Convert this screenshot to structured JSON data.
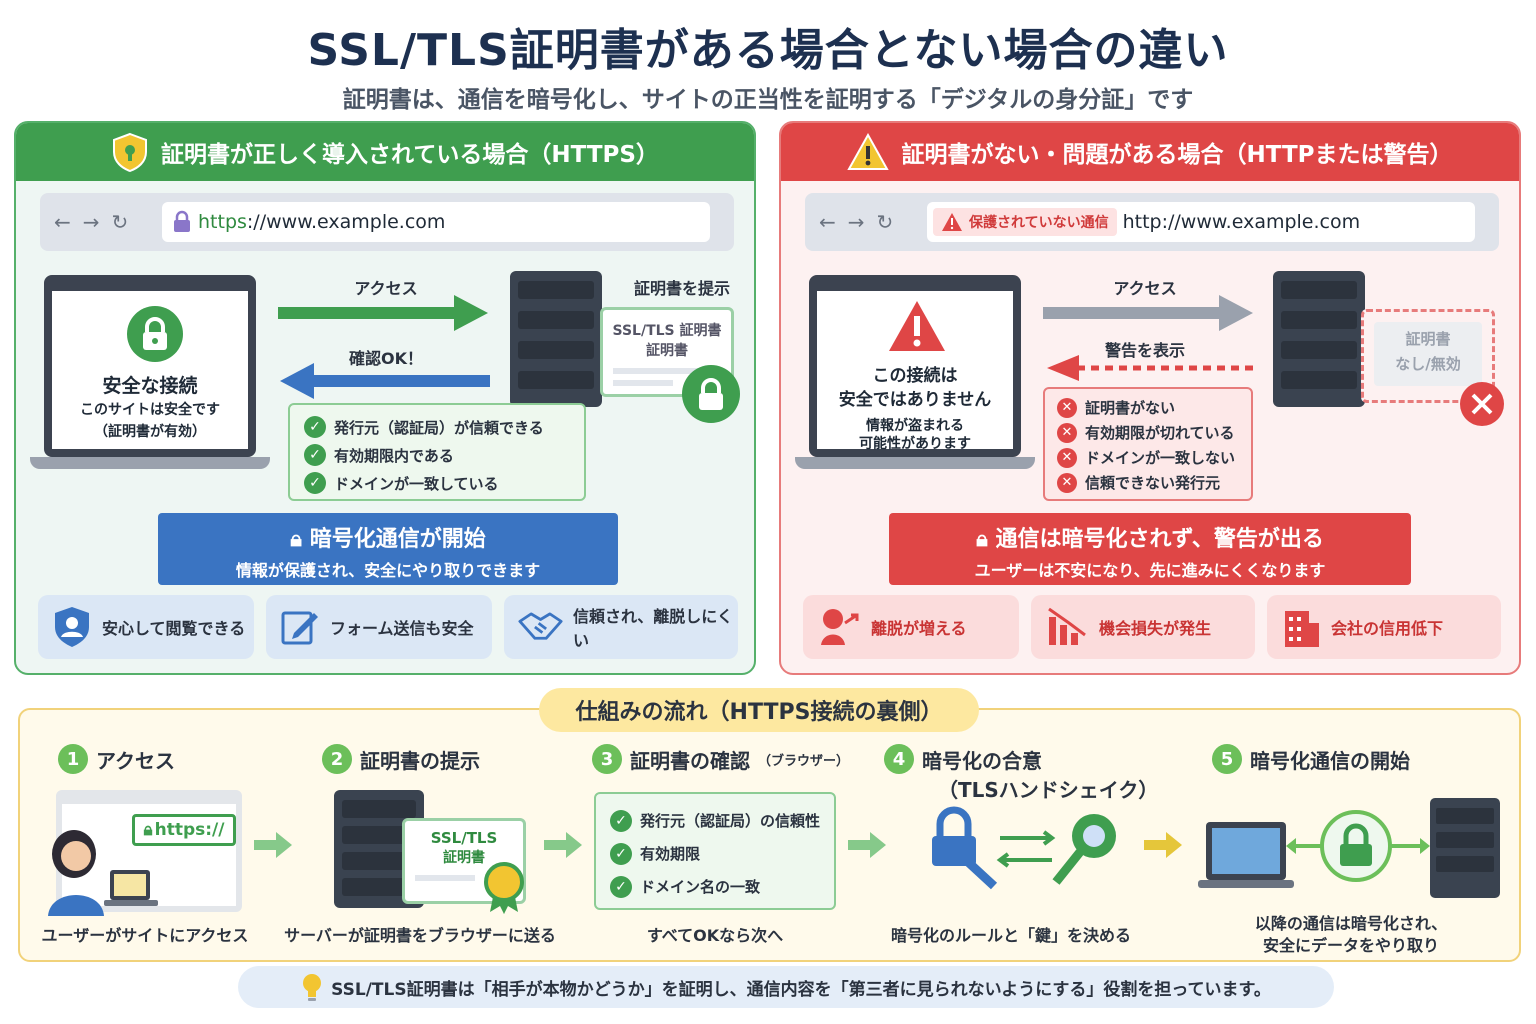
{
  "title": "SSL/TLS証明書がある場合とない場合の違い",
  "subtitle": "証明書は、通信を暗号化し、サイトの正当性を証明する「デジタルの身分証」です",
  "good": {
    "header": "証明書が正しく導入されている場合（HTTPS）",
    "url_scheme": "https",
    "url_rest": "://www.example.com",
    "screen_title": "安全な接続",
    "screen_line1": "このサイトは安全です",
    "screen_line2": "（証明書が有効）",
    "access_label": "アクセス",
    "confirm_label": "確認OK！",
    "cert_present_label": "証明書を提示",
    "cert_line1": "SSL/TLS 証明書",
    "cert_line2": "証明書",
    "checks": [
      "発行元（認証局）が信頼できる",
      "有効期限内である",
      "ドメインが一致している"
    ],
    "banner_title": "暗号化通信が開始",
    "banner_sub": "情報が保護され、安全にやり取りできます",
    "benefits": [
      "安心して閲覧できる",
      "フォーム送信も安全",
      "信頼され、離脱しにくい"
    ]
  },
  "bad": {
    "header": "証明書がない・問題がある場合（HTTPまたは警告）",
    "warning_badge": "保護されていない通信",
    "url": "http://www.example.com",
    "screen_title1": "この接続は",
    "screen_title2": "安全ではありません",
    "screen_line1": "情報が盗まれる",
    "screen_line2": "可能性があります",
    "access_label": "アクセス",
    "warn_label": "警告を表示",
    "cert_line1": "証明書",
    "cert_line2": "なし/無効",
    "problems": [
      "証明書がない",
      "有効期限が切れている",
      "ドメインが一致しない",
      "信頼できない発行元"
    ],
    "banner_title": "通信は暗号化されず、警告が出る",
    "banner_sub": "ユーザーは不安になり、先に進みにくくなります",
    "risks": [
      "離脱が増える",
      "機会損失が発生",
      "会社の信用低下"
    ]
  },
  "flow": {
    "title": "仕組みの流れ（HTTPS接続の裏側）",
    "steps": [
      {
        "num": "1",
        "label": "アクセス",
        "caption": "ユーザーがサイトにアクセス"
      },
      {
        "num": "2",
        "label": "証明書の提示",
        "caption": "サーバーが証明書をブラウザーに送る"
      },
      {
        "num": "3",
        "label": "証明書の確認",
        "label_small": "（ブラウザー）",
        "caption": "すべてOKなら次へ"
      },
      {
        "num": "4",
        "label": "暗号化の合意",
        "label2": "（TLSハンドシェイク）",
        "caption": "暗号化のルールと「鍵」を決める"
      },
      {
        "num": "5",
        "label": "暗号化通信の開始",
        "caption1": "以降の通信は暗号化され、",
        "caption2": "安全にデータをやり取り"
      }
    ],
    "step1_url": "https://",
    "step2_cert1": "SSL/TLS",
    "step2_cert2": "証明書",
    "step3_checks": [
      "発行元（認証局）の信頼性",
      "有効期限",
      "ドメイン名の一致"
    ]
  },
  "footer": "SSL/TLS証明書は「相手が本物かどうか」を証明し、通信内容を「第三者に見られないようにする」役割を担っています。"
}
